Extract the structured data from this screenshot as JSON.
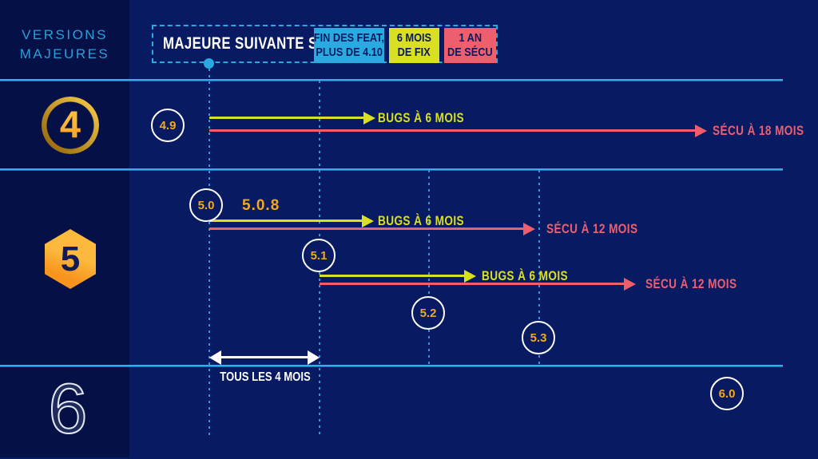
{
  "colors": {
    "background": "#081a61",
    "sidebar": "#041046",
    "accent_cyan": "#2aa9e0",
    "arrow_yellow": "#d9e021",
    "version_gold": "#f2a91d",
    "arrow_red": "#ee5f6d",
    "white": "#ffffff"
  },
  "sidebar": {
    "title_line1": "VERSIONS",
    "title_line2": "MAJEURES",
    "v4_icon": "4",
    "v5_icon": "5",
    "v6_icon": "6"
  },
  "legend": {
    "title": "MAJEURE SUIVANTE SORTIE :",
    "chip_feat_line1": "FIN DES FEAT,",
    "chip_feat_line2": "PLUS DE 4.10",
    "chip_fix_line1": "6 MOIS",
    "chip_fix_line2": "DE FIX",
    "chip_secu_line1": "1 AN",
    "chip_secu_line2": "DE SÉCU"
  },
  "row4": {
    "release": "4.9",
    "bugs": "BUGS À 6 MOIS",
    "secu": "SÉCU À 18 MOIS"
  },
  "row5": {
    "release_50": "5.0",
    "patch": "5.0.8",
    "bugs_50": "BUGS À 6 MOIS",
    "secu_50": "SÉCU À 12 MOIS",
    "release_51": "5.1",
    "bugs_51": "BUGS À 6 MOIS",
    "secu_51": "SÉCU À 12 MOIS",
    "release_52": "5.2",
    "release_53": "5.3",
    "interval": "TOUS LES 4 MOIS"
  },
  "row6": {
    "release": "6.0"
  }
}
